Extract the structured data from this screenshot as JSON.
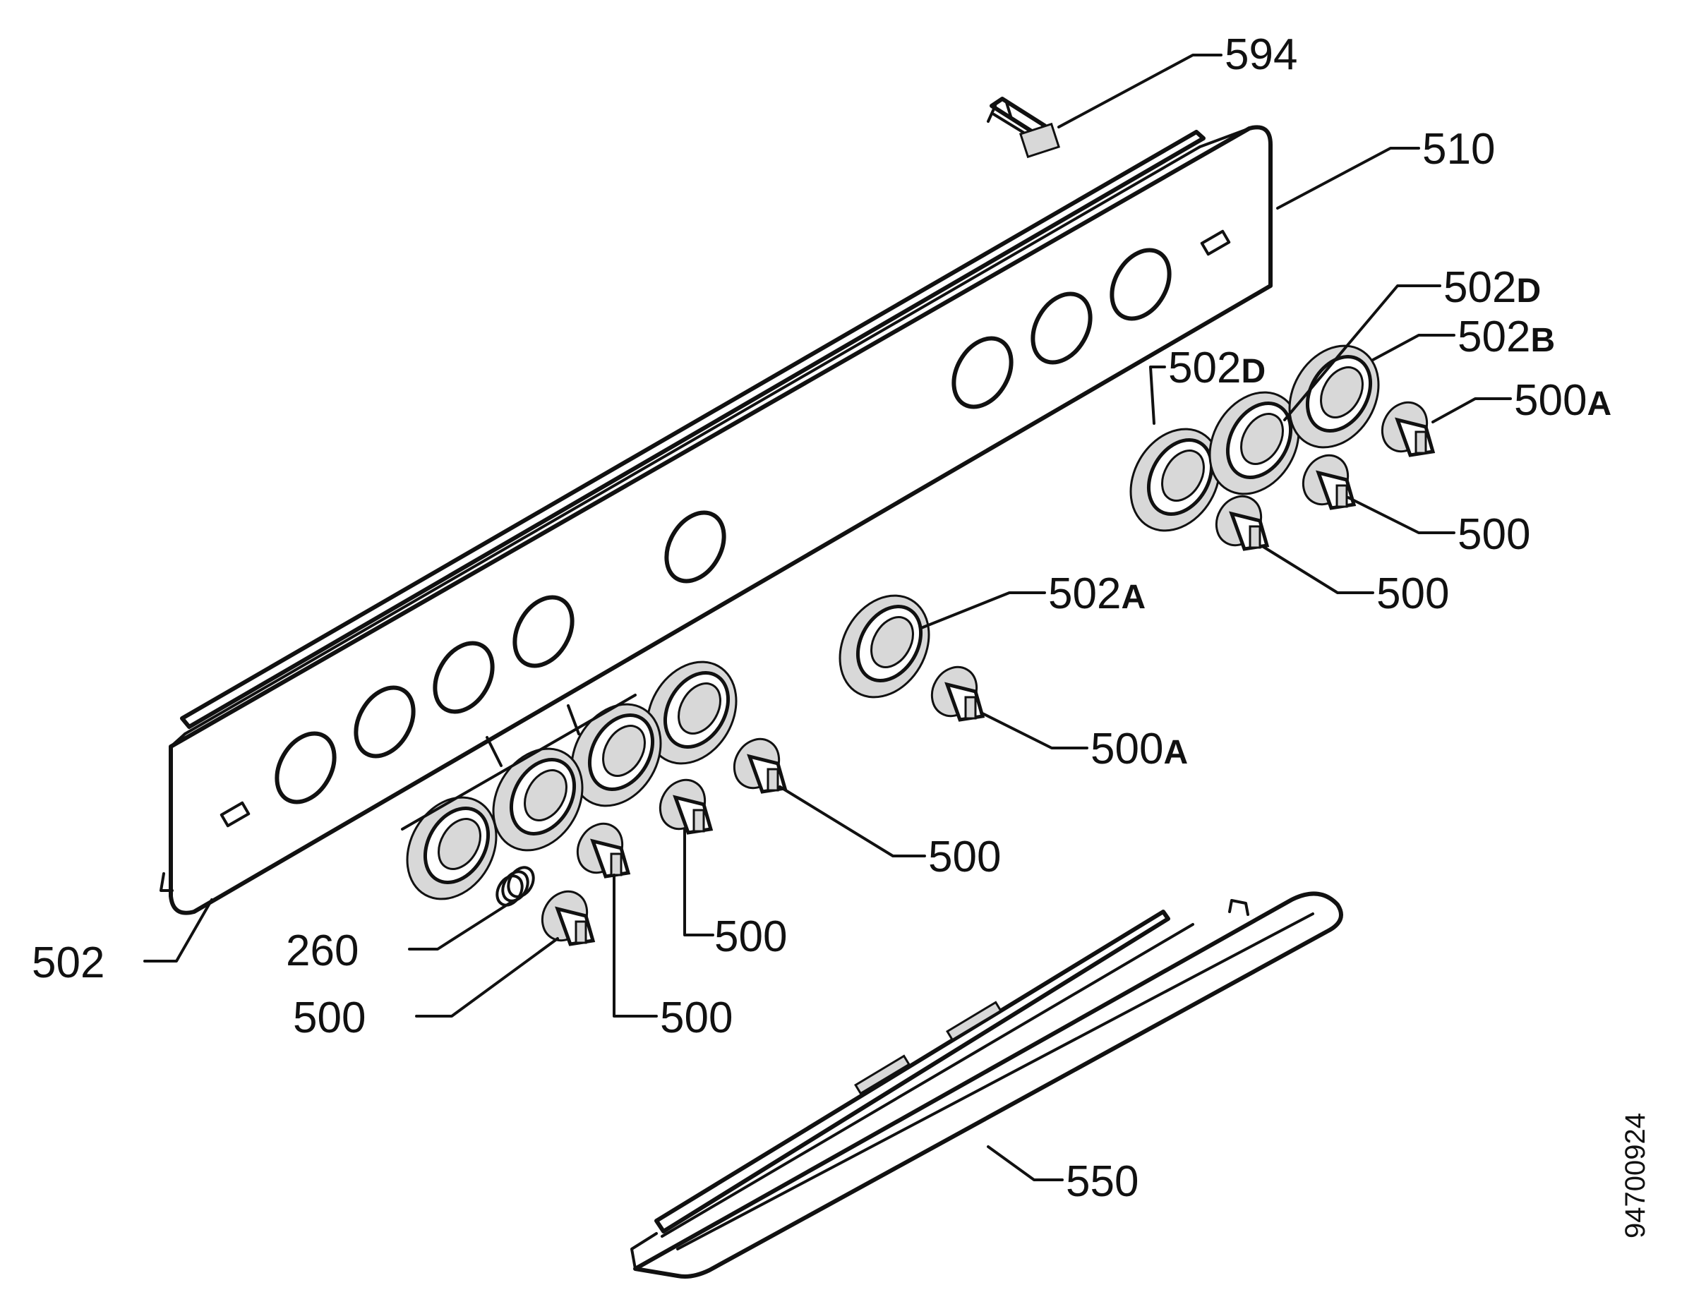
{
  "diagram": {
    "drawing_code": "94700924",
    "callouts": [
      {
        "id": "594",
        "main": "594",
        "suffix": ""
      },
      {
        "id": "510",
        "main": "510",
        "suffix": ""
      },
      {
        "id": "502D1",
        "main": "502",
        "suffix": "D"
      },
      {
        "id": "502B",
        "main": "502",
        "suffix": "B"
      },
      {
        "id": "502D2",
        "main": "502",
        "suffix": "D"
      },
      {
        "id": "500A1",
        "main": "500",
        "suffix": "A"
      },
      {
        "id": "500a",
        "main": "500",
        "suffix": ""
      },
      {
        "id": "500b",
        "main": "500",
        "suffix": ""
      },
      {
        "id": "502A",
        "main": "502",
        "suffix": "A"
      },
      {
        "id": "500A2",
        "main": "500",
        "suffix": "A"
      },
      {
        "id": "500c",
        "main": "500",
        "suffix": ""
      },
      {
        "id": "500d",
        "main": "500",
        "suffix": ""
      },
      {
        "id": "502",
        "main": "502",
        "suffix": ""
      },
      {
        "id": "260",
        "main": "260",
        "suffix": ""
      },
      {
        "id": "500e",
        "main": "500",
        "suffix": ""
      },
      {
        "id": "500f",
        "main": "500",
        "suffix": ""
      },
      {
        "id": "550",
        "main": "550",
        "suffix": ""
      }
    ]
  }
}
